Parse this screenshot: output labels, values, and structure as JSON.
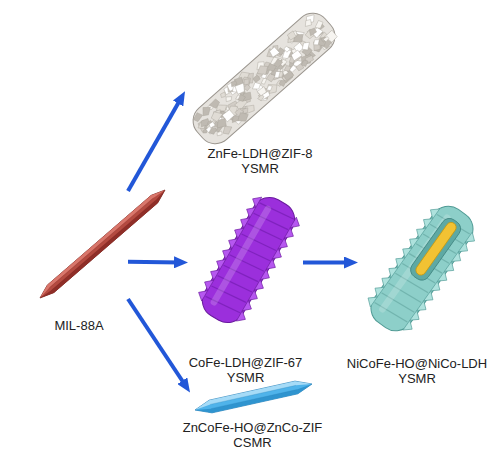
{
  "diagram": {
    "nodes": [
      {
        "text": [
          "MIL-88A"
        ]
      },
      {
        "text": [
          "ZnFe-LDH@ZIF-8 YSMR"
        ]
      },
      {
        "text": [
          "CoFe-LDH@ZIF-67 YSMR"
        ]
      },
      {
        "text": [
          "NiCoFe-HO@NiCo-LDH YSMR"
        ]
      },
      {
        "text": [
          "ZnCoFe-HO@ZnCo-ZIF CSMR"
        ]
      }
    ],
    "edges": [
      {
        "from": 0,
        "to": 1,
        "arrow": "to"
      },
      {
        "from": 0,
        "to": 2,
        "arrow": "to"
      },
      {
        "from": 2,
        "to": 3,
        "arrow": "to"
      },
      {
        "from": 0,
        "to": 4,
        "arrow": "to"
      }
    ]
  }
}
